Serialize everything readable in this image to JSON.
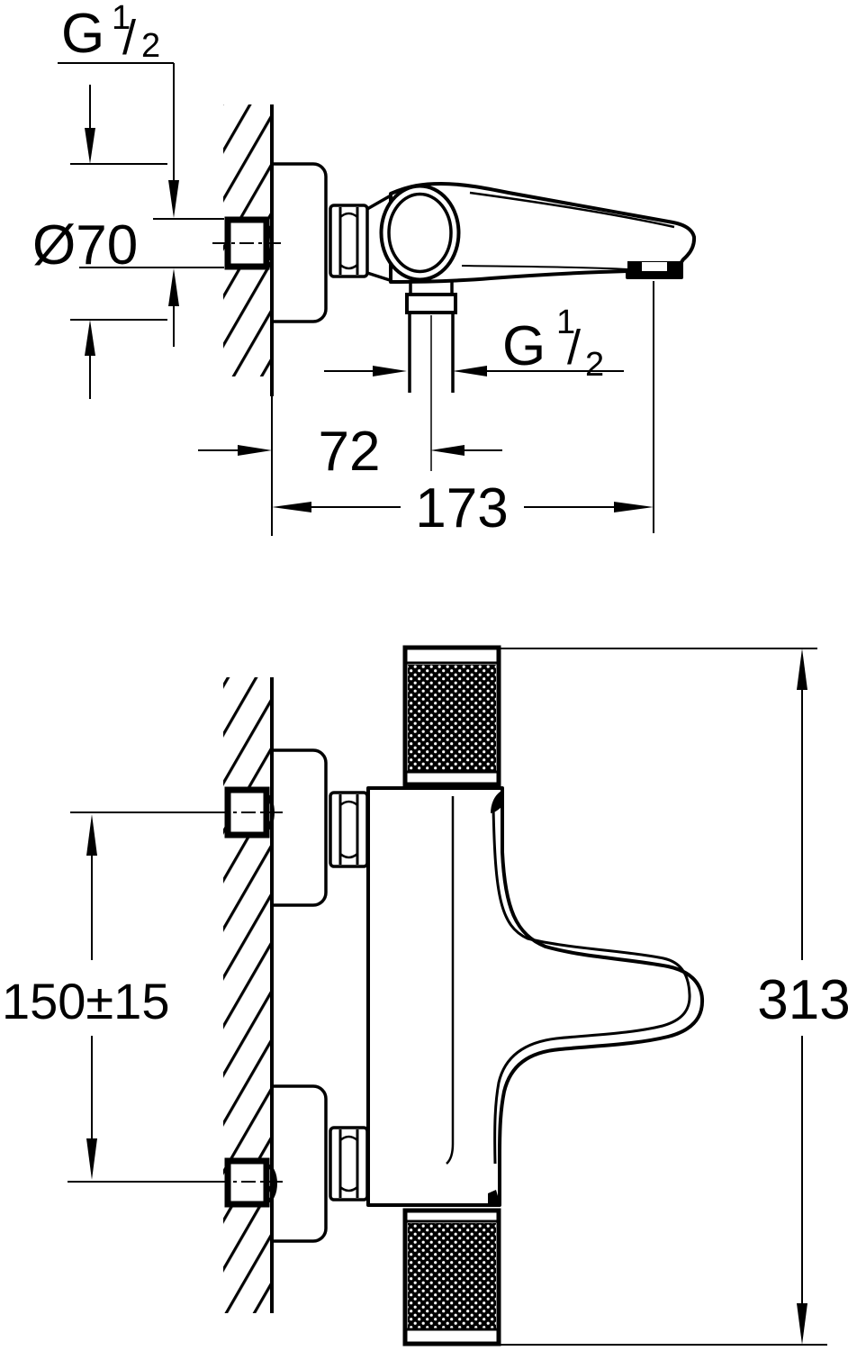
{
  "colors": {
    "ink": "#000000",
    "paper": "#ffffff"
  },
  "top_view": {
    "labels": {
      "inlet_thread": {
        "base": "G",
        "numerator": "1",
        "slash": "/",
        "denominator": "2"
      },
      "outlet_thread": {
        "base": "G",
        "numerator": "1",
        "slash": "/",
        "denominator": "2"
      },
      "escutcheon_diameter": "Ø70",
      "wall_to_pipe_center": "72",
      "wall_to_spout_end": "173"
    }
  },
  "front_view": {
    "labels": {
      "inlet_center_height": "150±15",
      "overall_height": "313"
    }
  }
}
